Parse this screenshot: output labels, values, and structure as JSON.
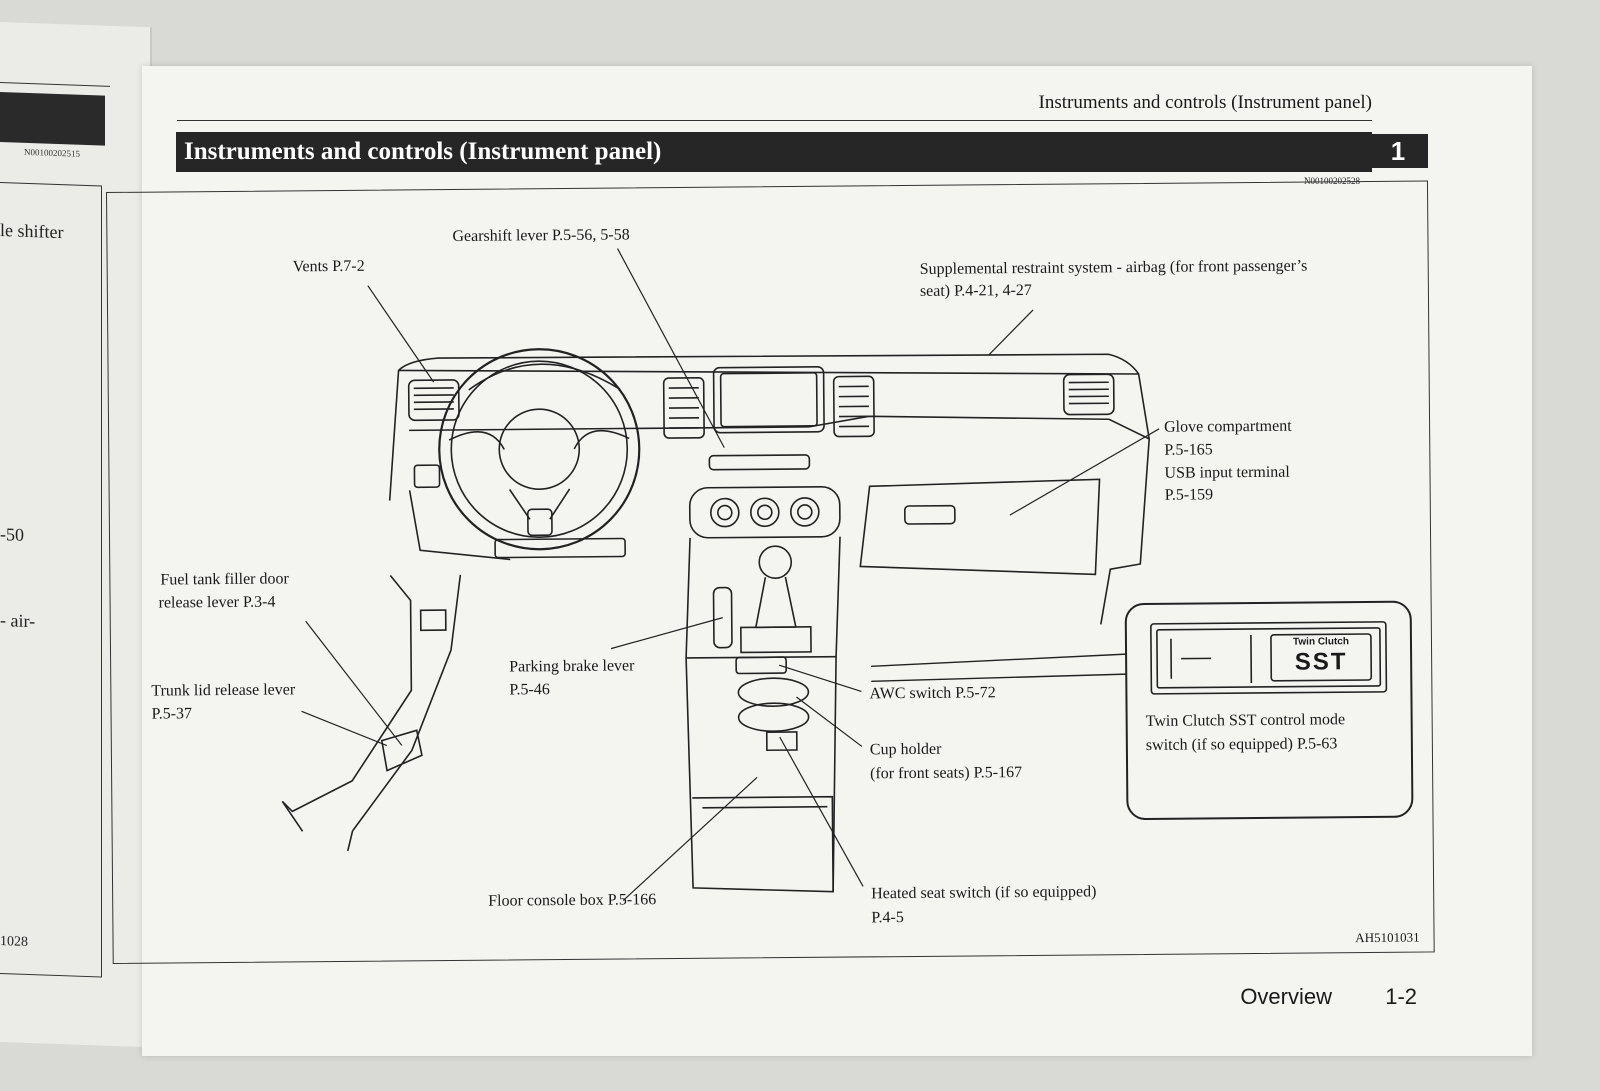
{
  "left_page": {
    "code": "N00100202515",
    "texts": [
      "le shifter",
      "-50",
      "- air-",
      "1028"
    ]
  },
  "header": {
    "running_head": "Instruments and controls (Instrument panel)",
    "title": "Instruments and controls (Instrument panel)",
    "chapter_number": "1",
    "code": "N00100202528"
  },
  "figure": {
    "code": "AH5101031",
    "labels": {
      "gearshift": "Gearshift lever P.5-56, 5-58",
      "vents": "Vents P.7-2",
      "srs_line1": "Supplemental restraint system - airbag (for front passenger’s",
      "srs_line2": "seat) P.4-21, 4-27",
      "glove_line1": "Glove compartment",
      "glove_line2": "P.5-165",
      "usb_line1": "USB input terminal",
      "usb_line2": "P.5-159",
      "fuel_line1": "Fuel tank filler door",
      "fuel_line2": "release lever P.3-4",
      "trunk_line1": "Trunk lid release lever",
      "trunk_line2": "P.5-37",
      "parking_line1": "Parking brake lever",
      "parking_line2": "P.5-46",
      "awc": "AWC switch P.5-72",
      "cup_line1": "Cup holder",
      "cup_line2": "(for front seats) P.5-167",
      "sst_line1": "Twin Clutch SST control mode",
      "sst_line2": "switch (if so equipped) P.5-63",
      "console": "Floor console box P.5-166",
      "heated_line1": "Heated seat switch (if so equipped)",
      "heated_line2": "P.4-5"
    },
    "sst_switch": {
      "top": "Twin Clutch",
      "big": "SST"
    }
  },
  "footer": {
    "section": "Overview",
    "page": "1-2"
  }
}
